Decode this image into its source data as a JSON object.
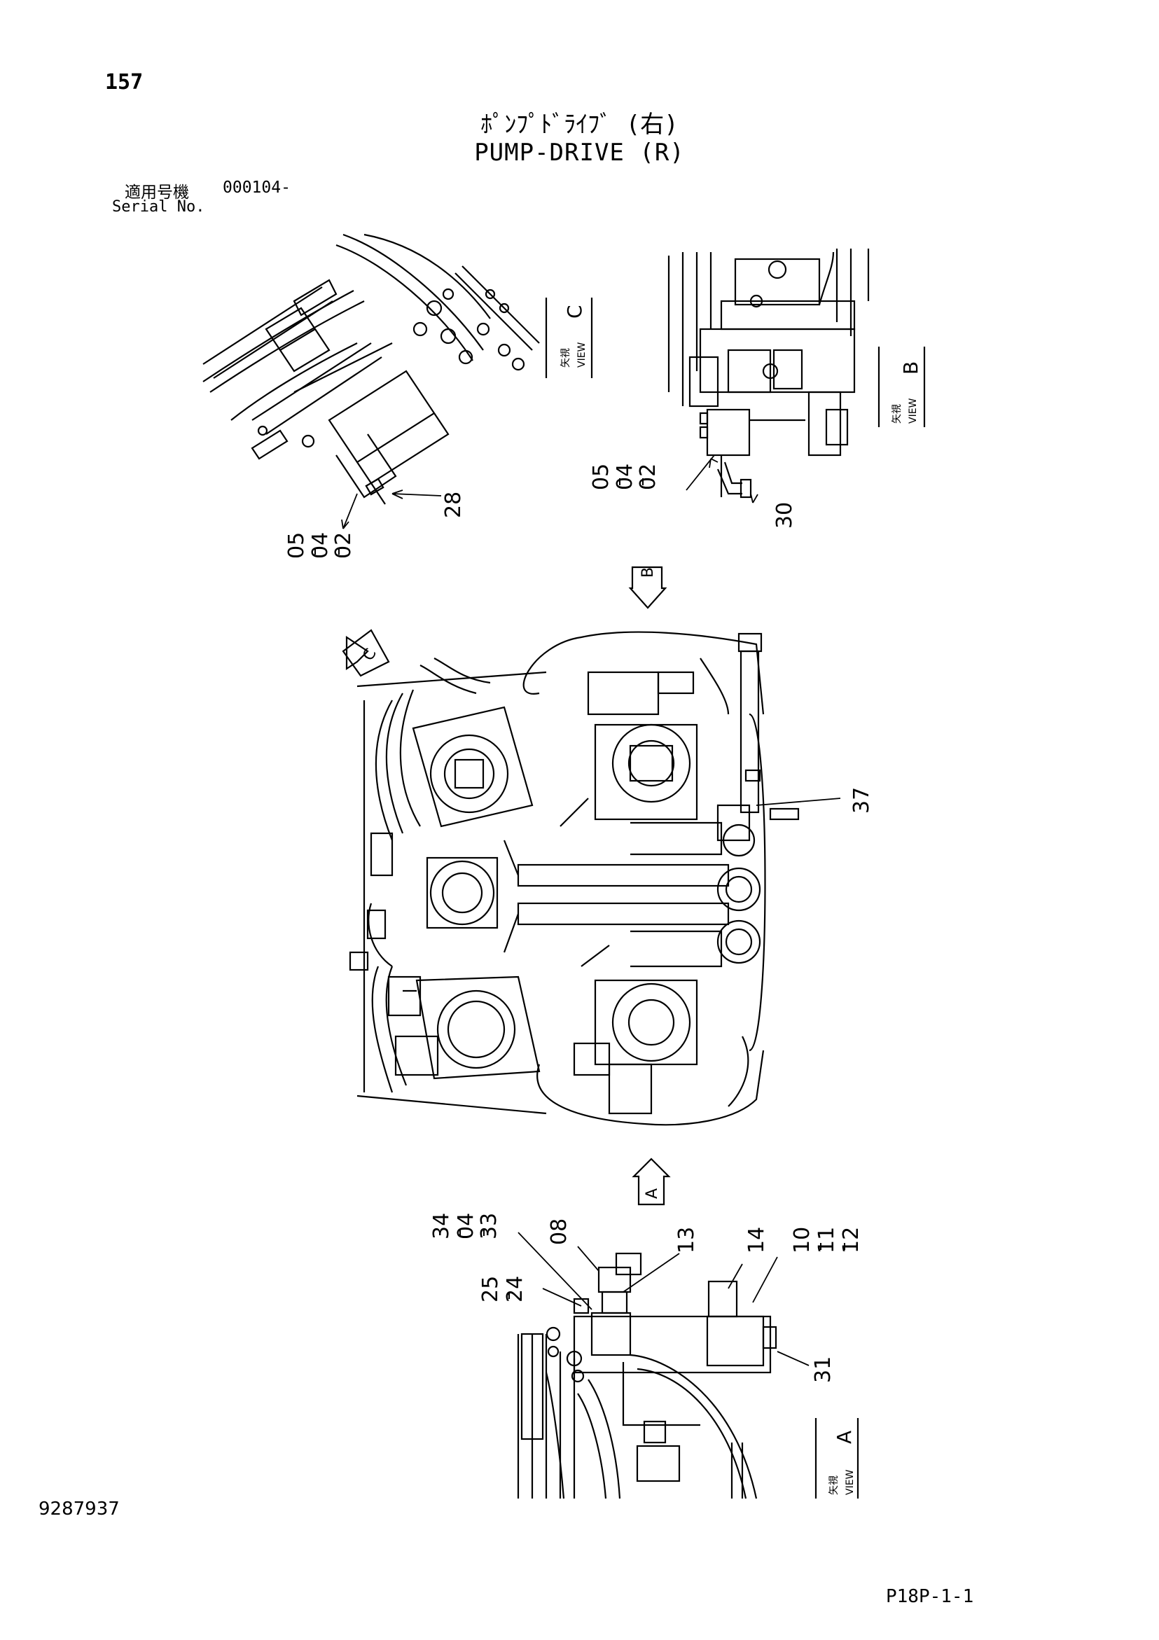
{
  "page_number": "157",
  "title_jp": "ﾎﾟﾝﾌﾟﾄﾞﾗｲﾌﾞ (右)",
  "title_en": "PUMP-DRIVE (R)",
  "serial": {
    "label_jp": "適用号機",
    "value": "000104-",
    "label_en": "Serial No."
  },
  "views": {
    "view_c": {
      "jp": "矢視",
      "en": "VIEW",
      "letter": "C"
    },
    "view_b": {
      "jp": "矢視",
      "en": "VIEW",
      "letter": "B"
    },
    "view_a": {
      "jp": "矢視",
      "en": "VIEW",
      "letter": "A"
    }
  },
  "arrows": {
    "b": "B",
    "c": "C",
    "a": "A"
  },
  "callouts": {
    "top_left_28": "28",
    "top_left_05": "05",
    "top_left_04": "04",
    "top_left_02": "02",
    "top_right_05": "05",
    "top_right_04": "04",
    "top_right_02": "02",
    "top_right_30": "30",
    "main_37": "37",
    "bottom_34": "34",
    "bottom_04": "04",
    "bottom_33": "33",
    "bottom_08": "08",
    "bottom_13": "13",
    "bottom_14": "14",
    "bottom_10": "10",
    "bottom_11": "11",
    "bottom_12": "12",
    "bottom_25": "25",
    "bottom_24": "24",
    "bottom_31": "31"
  },
  "doc_number": "9287937",
  "page_code": "P18P-1-1"
}
